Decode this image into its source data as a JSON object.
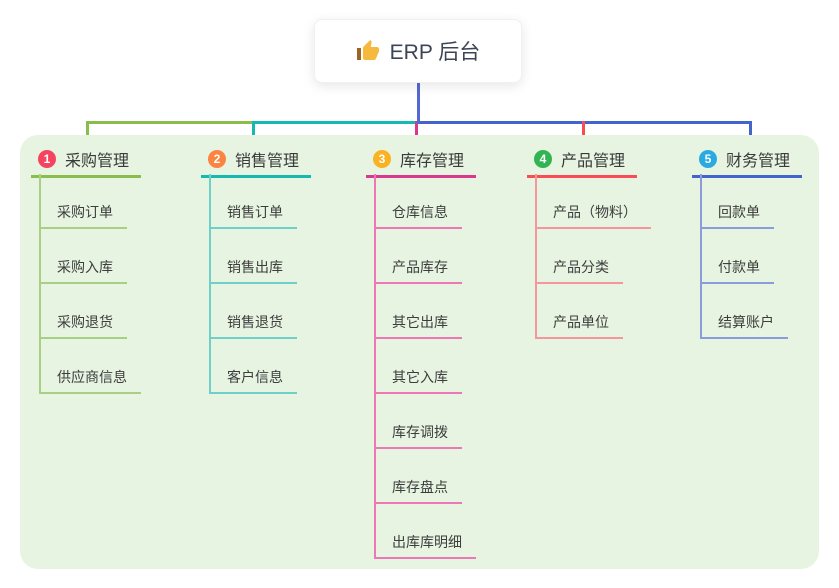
{
  "root": {
    "label": "ERP 后台",
    "icon": "thumbs-up-icon",
    "connector_color": "#5468d4"
  },
  "panel": {
    "background": "#e6f4e1"
  },
  "branches": [
    {
      "badge": "1",
      "label": "采购管理",
      "badge_color": "#f4445f",
      "accent": "#8abd4b",
      "light": "#a9cf82",
      "children": [
        "采购订单",
        "采购入库",
        "采购退货",
        "供应商信息"
      ]
    },
    {
      "badge": "2",
      "label": "销售管理",
      "badge_color": "#fa8440",
      "accent": "#15b9b1",
      "light": "#6fd0c9",
      "children": [
        "销售订单",
        "销售出库",
        "销售退货",
        "客户信息"
      ]
    },
    {
      "badge": "3",
      "label": "库存管理",
      "badge_color": "#f9b222",
      "accent": "#d9388f",
      "light": "#ee77b6",
      "children": [
        "仓库信息",
        "产品库存",
        "其它出库",
        "其它入库",
        "库存调拨",
        "库存盘点",
        "出库库明细"
      ]
    },
    {
      "badge": "4",
      "label": "产品管理",
      "badge_color": "#33b452",
      "accent": "#f94d55",
      "light": "#f5969c",
      "children": [
        "产品（物料）",
        "产品分类",
        "产品单位"
      ]
    },
    {
      "badge": "5",
      "label": "财务管理",
      "badge_color": "#29abe2",
      "accent": "#4364cf",
      "light": "#8a9cdc",
      "children": [
        "回款单",
        "付款单",
        "结算账户"
      ]
    }
  ]
}
